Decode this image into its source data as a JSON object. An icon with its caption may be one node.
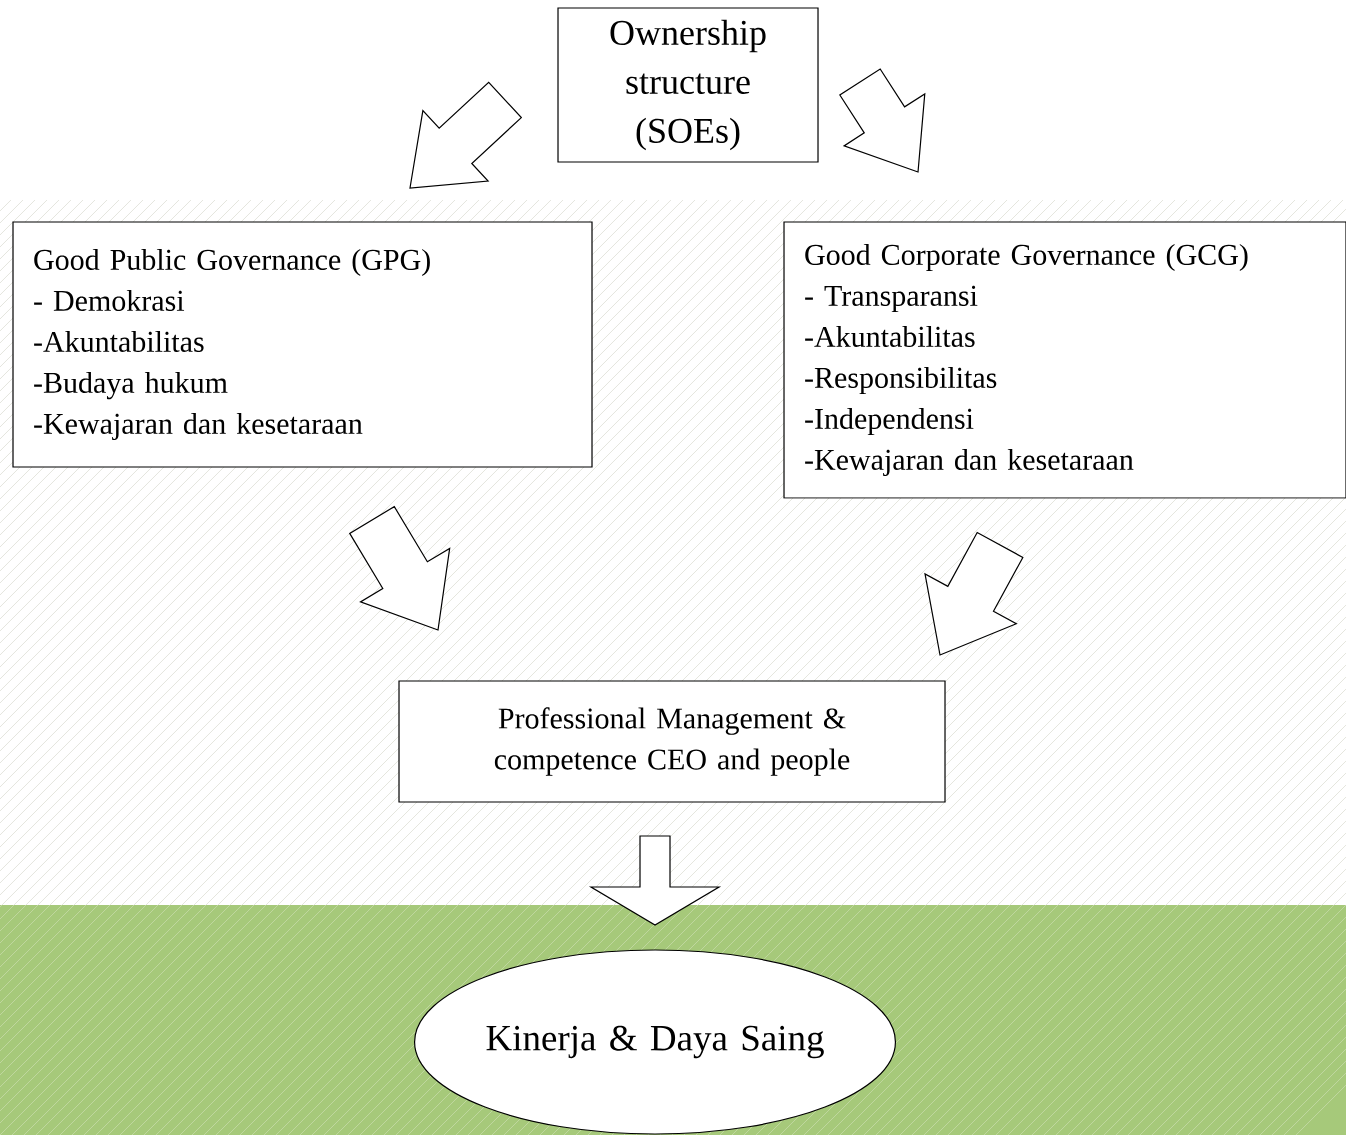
{
  "diagram": {
    "nodes": [
      {
        "text": [
          "Ownership structure (SOEs)"
        ]
      },
      {
        "text": [
          "Good Public Governance (GPG)",
          "- Demokrasi",
          "-Akuntabilitas",
          "-Budaya hukum",
          "-Kewajaran dan kesetaraan"
        ]
      },
      {
        "text": [
          "Good Corporate Governance (GCG)",
          "- Transparansi",
          "-Akuntabilitas",
          "-Responsibilitas",
          "-Independensi",
          "-Kewajaran dan kesetaraan"
        ]
      },
      {
        "text": [
          "Professional Management & competence CEO and people"
        ]
      },
      {
        "text": [
          "Kinerja & Daya Saing"
        ]
      }
    ],
    "edges": [
      {
        "from": 0,
        "to": 1,
        "arrow": "to"
      },
      {
        "from": 0,
        "to": 2,
        "arrow": "to"
      },
      {
        "from": 1,
        "to": 3,
        "arrow": "to"
      },
      {
        "from": 2,
        "to": 3,
        "arrow": "to"
      },
      {
        "from": 3,
        "to": 4,
        "arrow": "to"
      }
    ]
  }
}
